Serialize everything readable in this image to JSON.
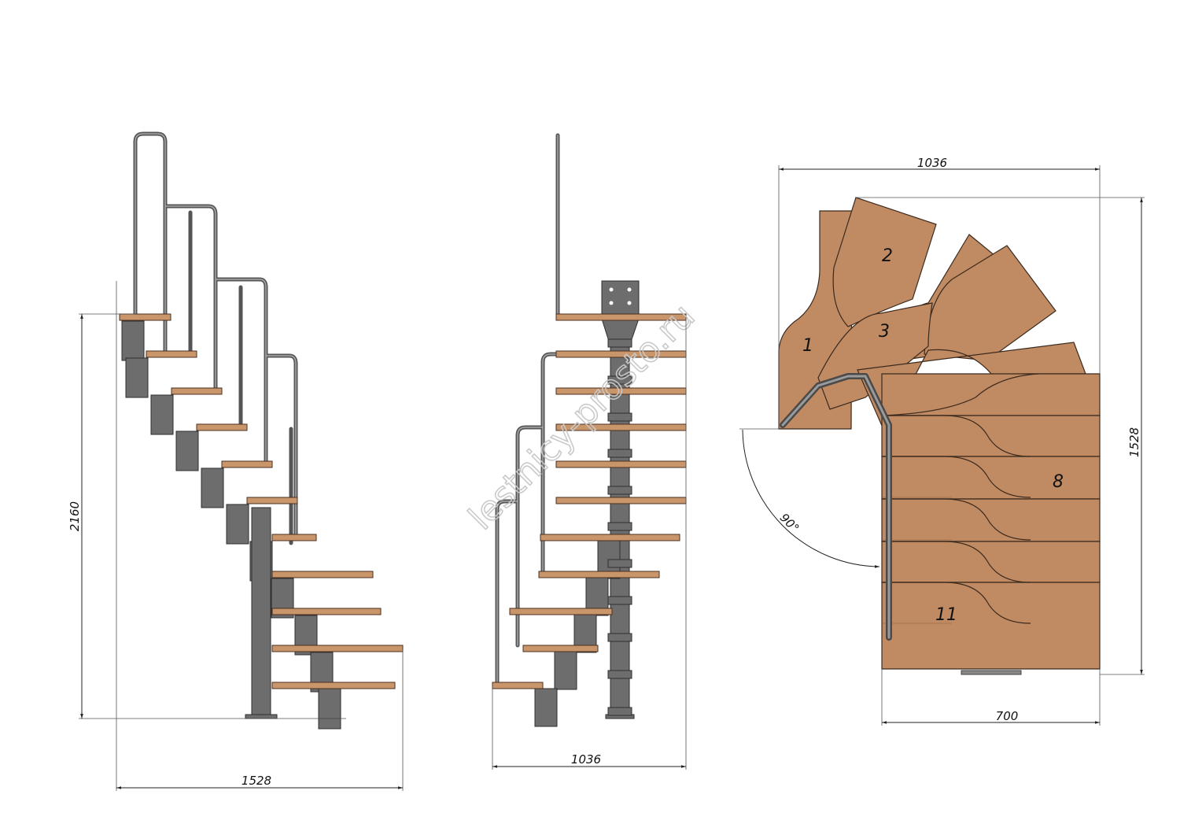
{
  "drawing": {
    "side_view": {
      "height_label": "2160",
      "width_label": "1528"
    },
    "front_view": {
      "width_label": "1036",
      "watermark": "lestnicy-prosto.ru"
    },
    "plan_view": {
      "top_width_label": "1036",
      "height_label": "1528",
      "bottom_width_label": "700",
      "angle_label": "90°",
      "step_numbers": [
        "1",
        "2",
        "3",
        "8",
        "11"
      ]
    }
  },
  "colors": {
    "wood": "#c9956b",
    "metal": "#6d6d6d",
    "dimension_line": "#222222"
  }
}
